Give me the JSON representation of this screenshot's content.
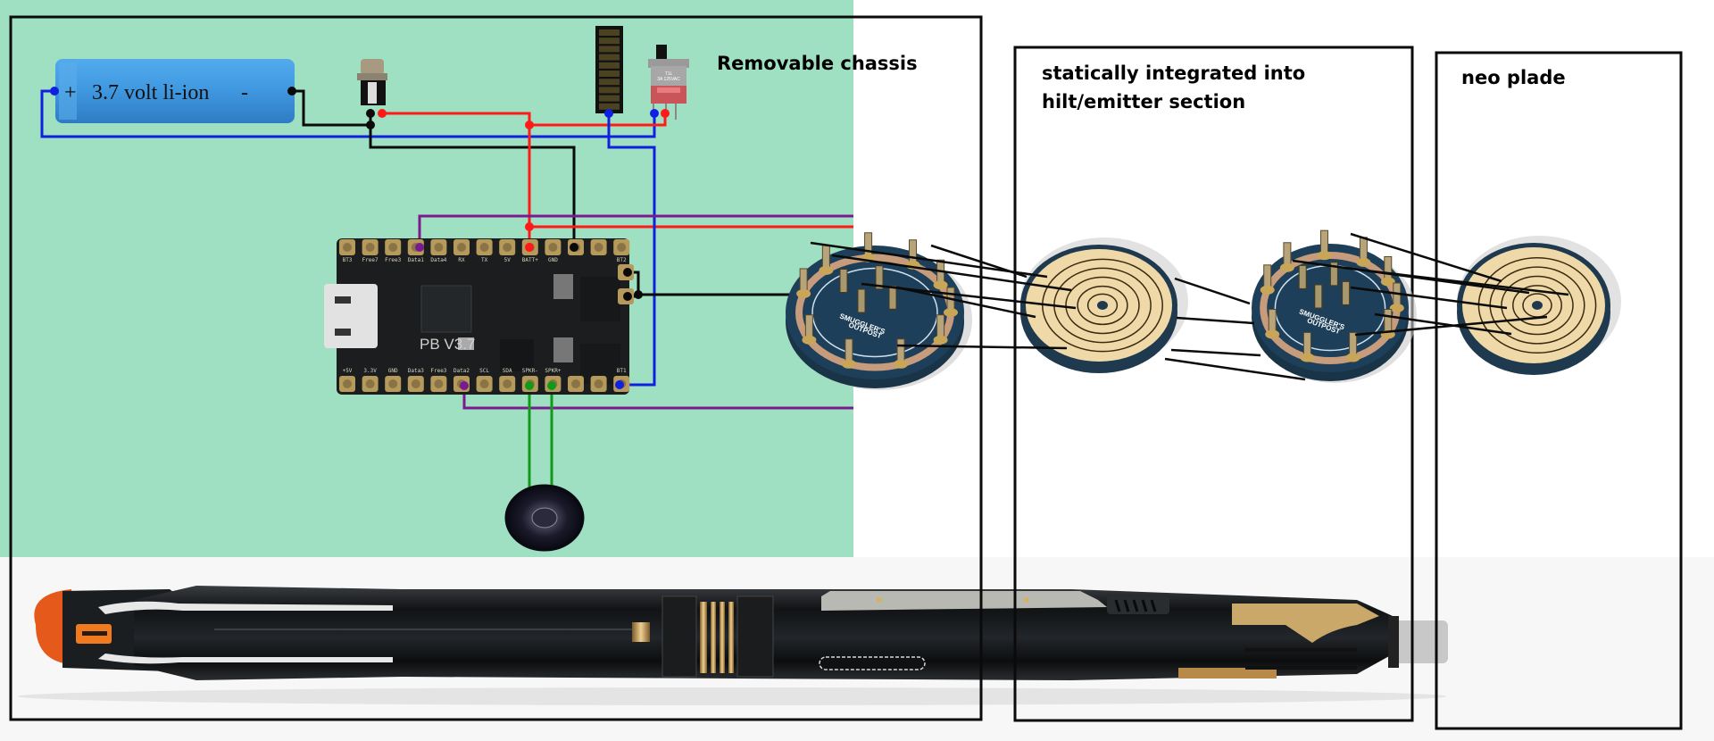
{
  "sections": [
    {
      "id": "removable",
      "title_lines": [
        "Removable chassis"
      ]
    },
    {
      "id": "static",
      "title_lines": [
        "statically integrated into",
        "hilt/emitter section"
      ]
    },
    {
      "id": "neo",
      "title_lines": [
        "neo plade"
      ]
    }
  ],
  "battery": {
    "plus": "+",
    "label": "3.7 volt li-ion",
    "minus": "-"
  },
  "board": {
    "name": "PB V3.7",
    "top_pins": [
      "BT3",
      "Free7",
      "Free3",
      "Data1",
      "Data4",
      "RX",
      "TX",
      "5V",
      "BATT+",
      "GND",
      "",
      "",
      "BT2"
    ],
    "bottom_pins": [
      "+5V",
      "3.3V",
      "GND",
      "Data3",
      "Free3",
      "Data2",
      "SCL",
      "SDA",
      "SPKR-",
      "SPKR+",
      "",
      "",
      "BT1"
    ]
  },
  "switch": {
    "marking_1": "T1L",
    "marking_2": "3A 125VAC"
  },
  "connector": {
    "brand_1": "SMUGGLER'S",
    "brand_2": "OUTPOST"
  },
  "wire_colors": {
    "power": "#ff1a1a",
    "ground": "#0a0a0a",
    "battery_negative": "#1020e0",
    "data": "#7a1a8f",
    "speaker": "#119a1a"
  },
  "colors": {
    "chassis_background": "#a0e0c2",
    "battery_body": "#3f97df",
    "board": "#1b1d1e",
    "pad": "#b59a5c",
    "disc_gold": "#efd9a8",
    "connector_blue": "#1d3f5a"
  }
}
